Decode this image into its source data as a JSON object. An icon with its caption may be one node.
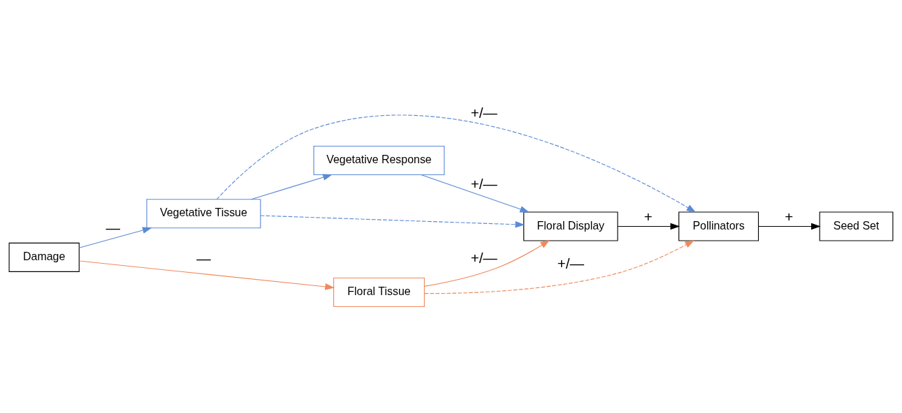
{
  "diagram": {
    "nodes": [
      {
        "text": [
          "Damage"
        ]
      },
      {
        "text": [
          "Vegetative Tissue"
        ]
      },
      {
        "text": [
          "Vegetative Response"
        ]
      },
      {
        "text": [
          "Floral Tissue"
        ]
      },
      {
        "text": [
          "Floral Display"
        ]
      },
      {
        "text": [
          "Pollinators"
        ]
      },
      {
        "text": [
          "Seed Set"
        ]
      }
    ],
    "edges": [
      {
        "from": 0,
        "to": 1,
        "arrow": "to",
        "label": "—",
        "color": "#5b8ad6"
      },
      {
        "from": 0,
        "to": 3,
        "arrow": "to",
        "label": "—",
        "color": "#ee8a5e"
      },
      {
        "from": 1,
        "to": 2,
        "arrow": "to",
        "color": "#5b8ad6"
      },
      {
        "from": 1,
        "to": 4,
        "arrow": "to",
        "style": "dashed",
        "color": "#5b8ad6"
      },
      {
        "from": 2,
        "to": 4,
        "arrow": "to",
        "label": "+/—",
        "color": "#5b8ad6"
      },
      {
        "from": 3,
        "to": 4,
        "arrow": "to",
        "label": "+/—",
        "color": "#ee8a5e"
      },
      {
        "from": 4,
        "to": 5,
        "arrow": "to",
        "label": "+",
        "color": "#000000"
      },
      {
        "from": 5,
        "to": 6,
        "arrow": "to",
        "label": "+",
        "color": "#000000"
      },
      {
        "from": 1,
        "to": 5,
        "arrow": "to",
        "label": "+/—",
        "style": "dashed",
        "color": "#5b8ad6"
      },
      {
        "from": 3,
        "to": 5,
        "arrow": "to",
        "label": "+/—",
        "style": "dashed",
        "color": "#ee8a5e"
      }
    ]
  }
}
